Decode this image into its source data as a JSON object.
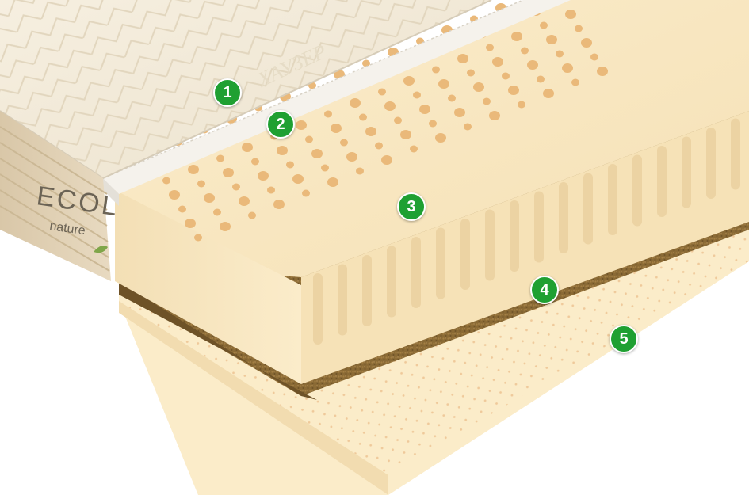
{
  "brand": {
    "name": "ECOL",
    "subtitle": "nature"
  },
  "watermark": "ХАУЗЕР",
  "layer_markers": [
    {
      "label": "1"
    },
    {
      "label": "2"
    },
    {
      "label": "3"
    },
    {
      "label": "4"
    },
    {
      "label": "5"
    }
  ],
  "colors": {
    "marker": "#1fa032",
    "cover": "#f3ead8",
    "latex": "#f7e6bf",
    "coir": "#8a6a35",
    "base_latex": "#fbecc9",
    "spacer": "#f4f1ea"
  },
  "icons": [
    "leaf-icon"
  ]
}
